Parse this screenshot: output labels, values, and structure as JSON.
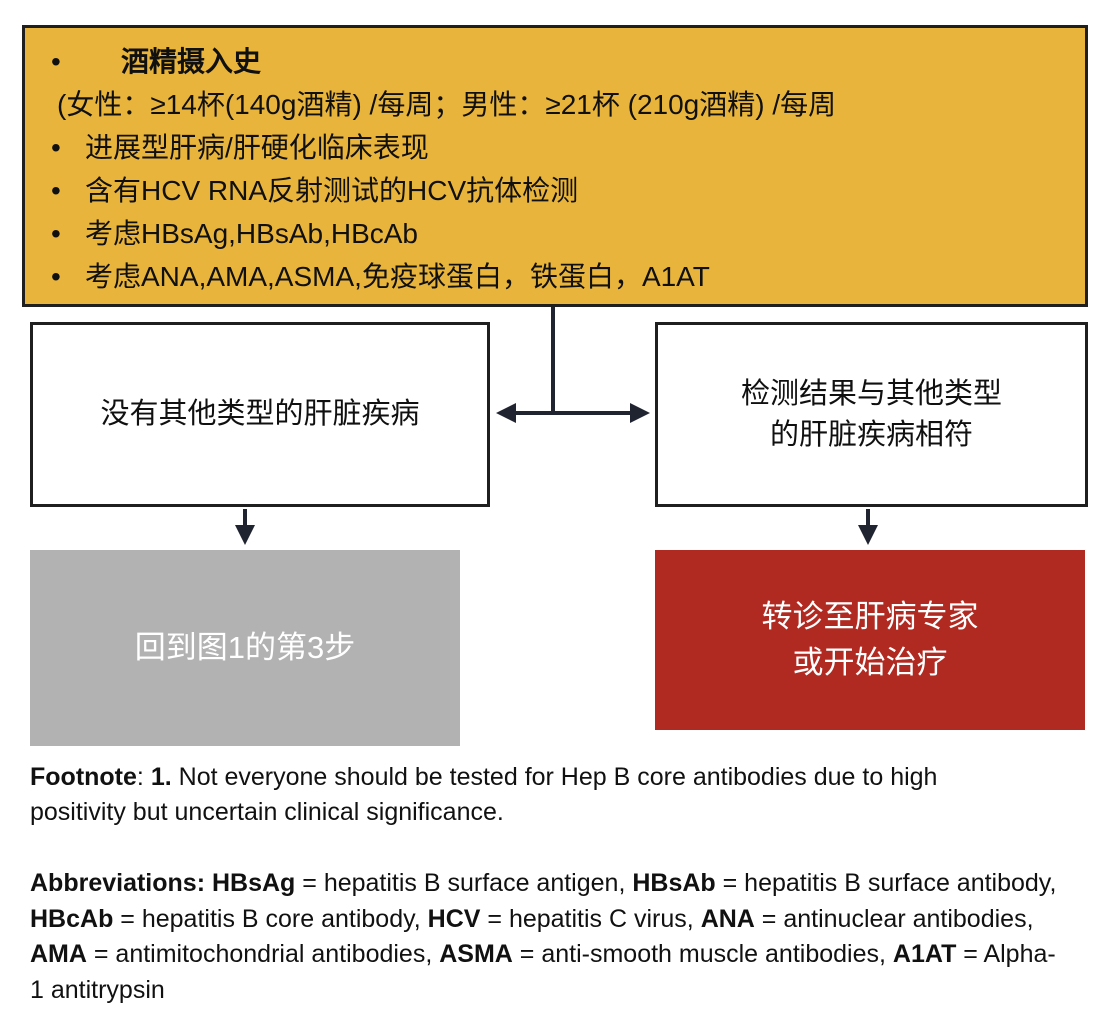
{
  "ui": {
    "bullet": "•"
  },
  "colors": {
    "criteria_bg": "#E8B43C",
    "box_border": "#1F1F1F",
    "connector": "#1F2430",
    "neutral_bg": "#B2B2B2",
    "alert_bg": "#B02A21",
    "light_text": "#FFFFFF"
  },
  "criteria": {
    "items": [
      {
        "text": "酒精摄入史"
      },
      {
        "text": "(女性：≥14杯(140g酒精) /每周；男性：≥21杯 (210g酒精) /每周"
      },
      {
        "text": "进展型肝病/肝硬化临床表现"
      },
      {
        "text": "含有HCV RNA反射测试的HCV抗体检测"
      },
      {
        "text": "考虑HBsAg,HBsAb,HBcAb"
      },
      {
        "text": "考虑ANA,AMA,ASMA,免疫球蛋白，铁蛋白，A1AT"
      }
    ]
  },
  "branches": {
    "left": {
      "label": "没有其他类型的肝脏疾病"
    },
    "right": {
      "line1": "检测结果与其他类型",
      "line2": "的肝脏疾病相符"
    }
  },
  "outcomes": {
    "left": {
      "label": "回到图1的第3步"
    },
    "right": {
      "line1": "转诊至肝病专家",
      "line2": "或开始治疗"
    }
  },
  "footnote": {
    "segments": [
      {
        "text": "Footnote",
        "bold": true
      },
      {
        "text": ": ",
        "bold": false
      },
      {
        "text": "1.",
        "bold": true
      },
      {
        "text": " Not everyone should be tested for Hep B core antibodies due to high positivity but uncertain clinical significance.",
        "bold": false
      }
    ]
  },
  "abbreviations": {
    "segments": [
      {
        "text": "Abbreviations: ",
        "bold": true
      },
      {
        "text": "HBsAg",
        "bold": true
      },
      {
        "text": " = hepatitis B surface antigen, ",
        "bold": false
      },
      {
        "text": "HBsAb",
        "bold": true
      },
      {
        "text": " = hepatitis B surface antibody, ",
        "bold": false
      },
      {
        "text": "HBcAb",
        "bold": true
      },
      {
        "text": " = hepatitis B core antibody, ",
        "bold": false
      },
      {
        "text": "HCV",
        "bold": true
      },
      {
        "text": " = hepatitis C virus, ",
        "bold": false
      },
      {
        "text": "ANA",
        "bold": true
      },
      {
        "text": " = antinuclear antibodies, ",
        "bold": false
      },
      {
        "text": "AMA",
        "bold": true
      },
      {
        "text": " = antimitochondrial antibodies, ",
        "bold": false
      },
      {
        "text": "ASMA",
        "bold": true
      },
      {
        "text": " = anti-smooth muscle antibodies, ",
        "bold": false
      },
      {
        "text": "A1AT",
        "bold": true
      },
      {
        "text": " = Alpha-1 antitrypsin",
        "bold": false
      }
    ]
  }
}
